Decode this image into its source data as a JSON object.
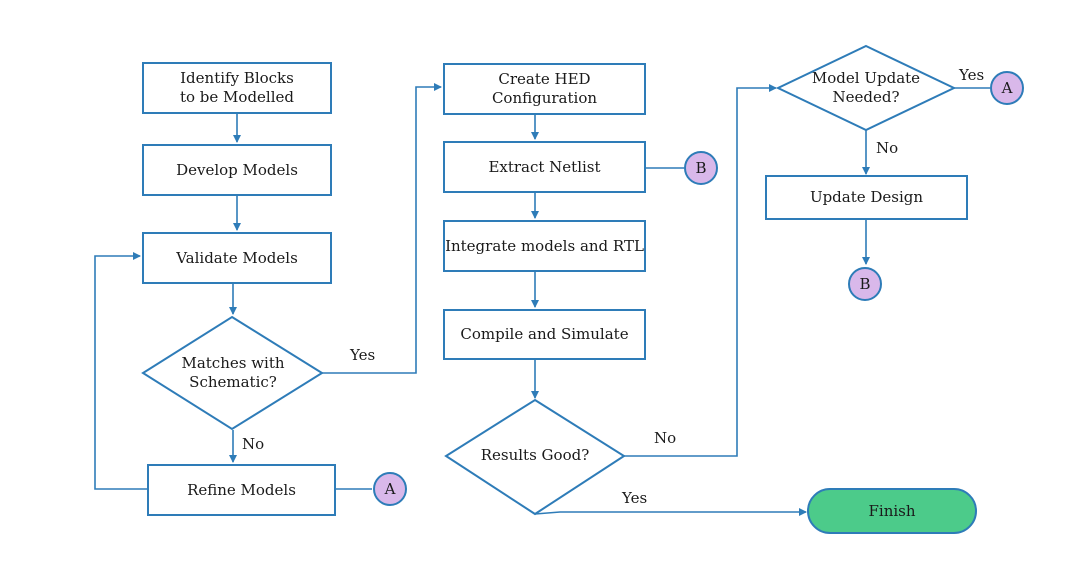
{
  "diagram": {
    "boxes": {
      "identify_blocks": [
        "Identify Blocks",
        "to be Modelled"
      ],
      "develop_models": "Develop Models",
      "validate_models": "Validate Models",
      "refine_models": "Refine Models",
      "create_hed_config": "Create HED Configuration",
      "extract_netlist": "Extract Netlist",
      "integrate_models": "Integrate models  and RTL",
      "compile_simulate": "Compile  and Simulate",
      "update_design": "Update Design"
    },
    "decisions": {
      "matches_schematic": [
        "Matches with",
        "Schematic?"
      ],
      "results_good": "Results Good?",
      "model_update_needed": [
        "Model Update",
        "Needed?"
      ]
    },
    "terminal": {
      "finish": "Finish"
    },
    "connectors": {
      "a_refine": "A",
      "b_extract": "B",
      "a_model_update": "A",
      "b_update_design": "B"
    },
    "edge_labels": {
      "matches_yes": "Yes",
      "matches_no": "No",
      "results_no": "No",
      "results_yes": "Yes",
      "update_yes": "Yes",
      "update_no": "No"
    },
    "colors": {
      "stroke": "#2e7cb8",
      "connector_fill": "#d9b8ea",
      "finish_fill": "#4ccb8a"
    }
  }
}
